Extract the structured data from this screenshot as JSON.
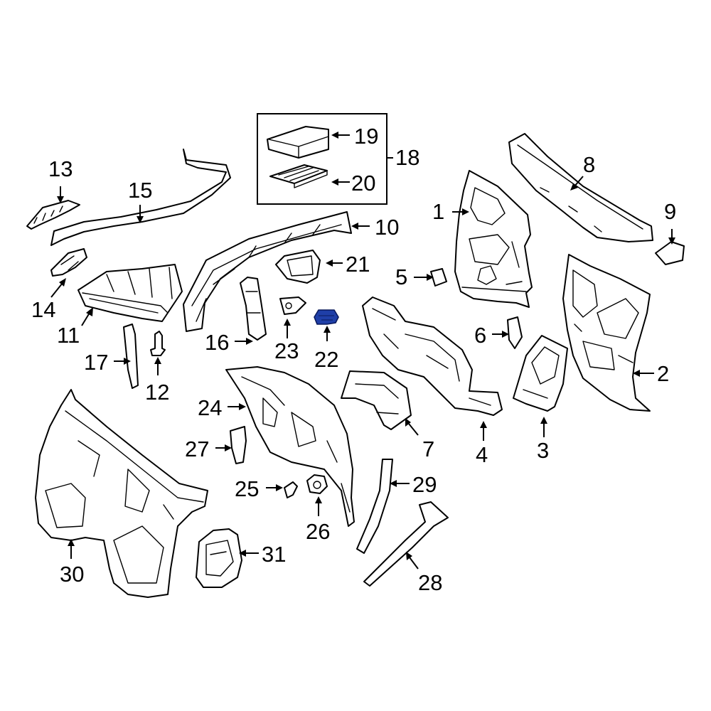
{
  "callouts": [
    {
      "id": "1",
      "label": "1"
    },
    {
      "id": "2",
      "label": "2"
    },
    {
      "id": "3",
      "label": "3"
    },
    {
      "id": "4",
      "label": "4"
    },
    {
      "id": "5",
      "label": "5"
    },
    {
      "id": "6",
      "label": "6"
    },
    {
      "id": "7",
      "label": "7"
    },
    {
      "id": "8",
      "label": "8"
    },
    {
      "id": "9",
      "label": "9"
    },
    {
      "id": "10",
      "label": "10"
    },
    {
      "id": "11",
      "label": "11"
    },
    {
      "id": "12",
      "label": "12"
    },
    {
      "id": "13",
      "label": "13"
    },
    {
      "id": "14",
      "label": "14"
    },
    {
      "id": "15",
      "label": "15"
    },
    {
      "id": "16",
      "label": "16"
    },
    {
      "id": "17",
      "label": "17"
    },
    {
      "id": "18",
      "label": "18"
    },
    {
      "id": "19",
      "label": "19"
    },
    {
      "id": "20",
      "label": "20"
    },
    {
      "id": "21",
      "label": "21"
    },
    {
      "id": "22",
      "label": "22"
    },
    {
      "id": "23",
      "label": "23"
    },
    {
      "id": "24",
      "label": "24"
    },
    {
      "id": "25",
      "label": "25"
    },
    {
      "id": "26",
      "label": "26"
    },
    {
      "id": "27",
      "label": "27"
    },
    {
      "id": "28",
      "label": "28"
    },
    {
      "id": "29",
      "label": "29"
    },
    {
      "id": "30",
      "label": "30"
    },
    {
      "id": "31",
      "label": "31"
    }
  ],
  "highlighted_part": "22",
  "colors": {
    "highlight": "#1f3fa8",
    "line": "#000000",
    "background": "#ffffff"
  }
}
